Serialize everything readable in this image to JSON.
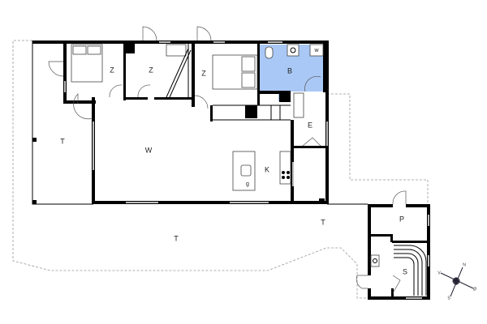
{
  "rooms": {
    "bedroom1": "Z",
    "bedroom2": "Z",
    "bedroom3": "Z",
    "bathroom": "B",
    "washer": "w",
    "entrance": "E",
    "living": "W",
    "kitchen": "K",
    "island_appliance": "g",
    "terrace_left": "T",
    "terrace_bottom": "T",
    "terrace_right": "T",
    "annex_room": "P",
    "sauna": "S"
  },
  "compass": {
    "north": "N",
    "west": "V",
    "south": "S",
    "east": "Ø"
  },
  "colors": {
    "bathroom_fill": "#a9c8f5",
    "walls": "#000000",
    "windows": "#bbbbbb"
  }
}
